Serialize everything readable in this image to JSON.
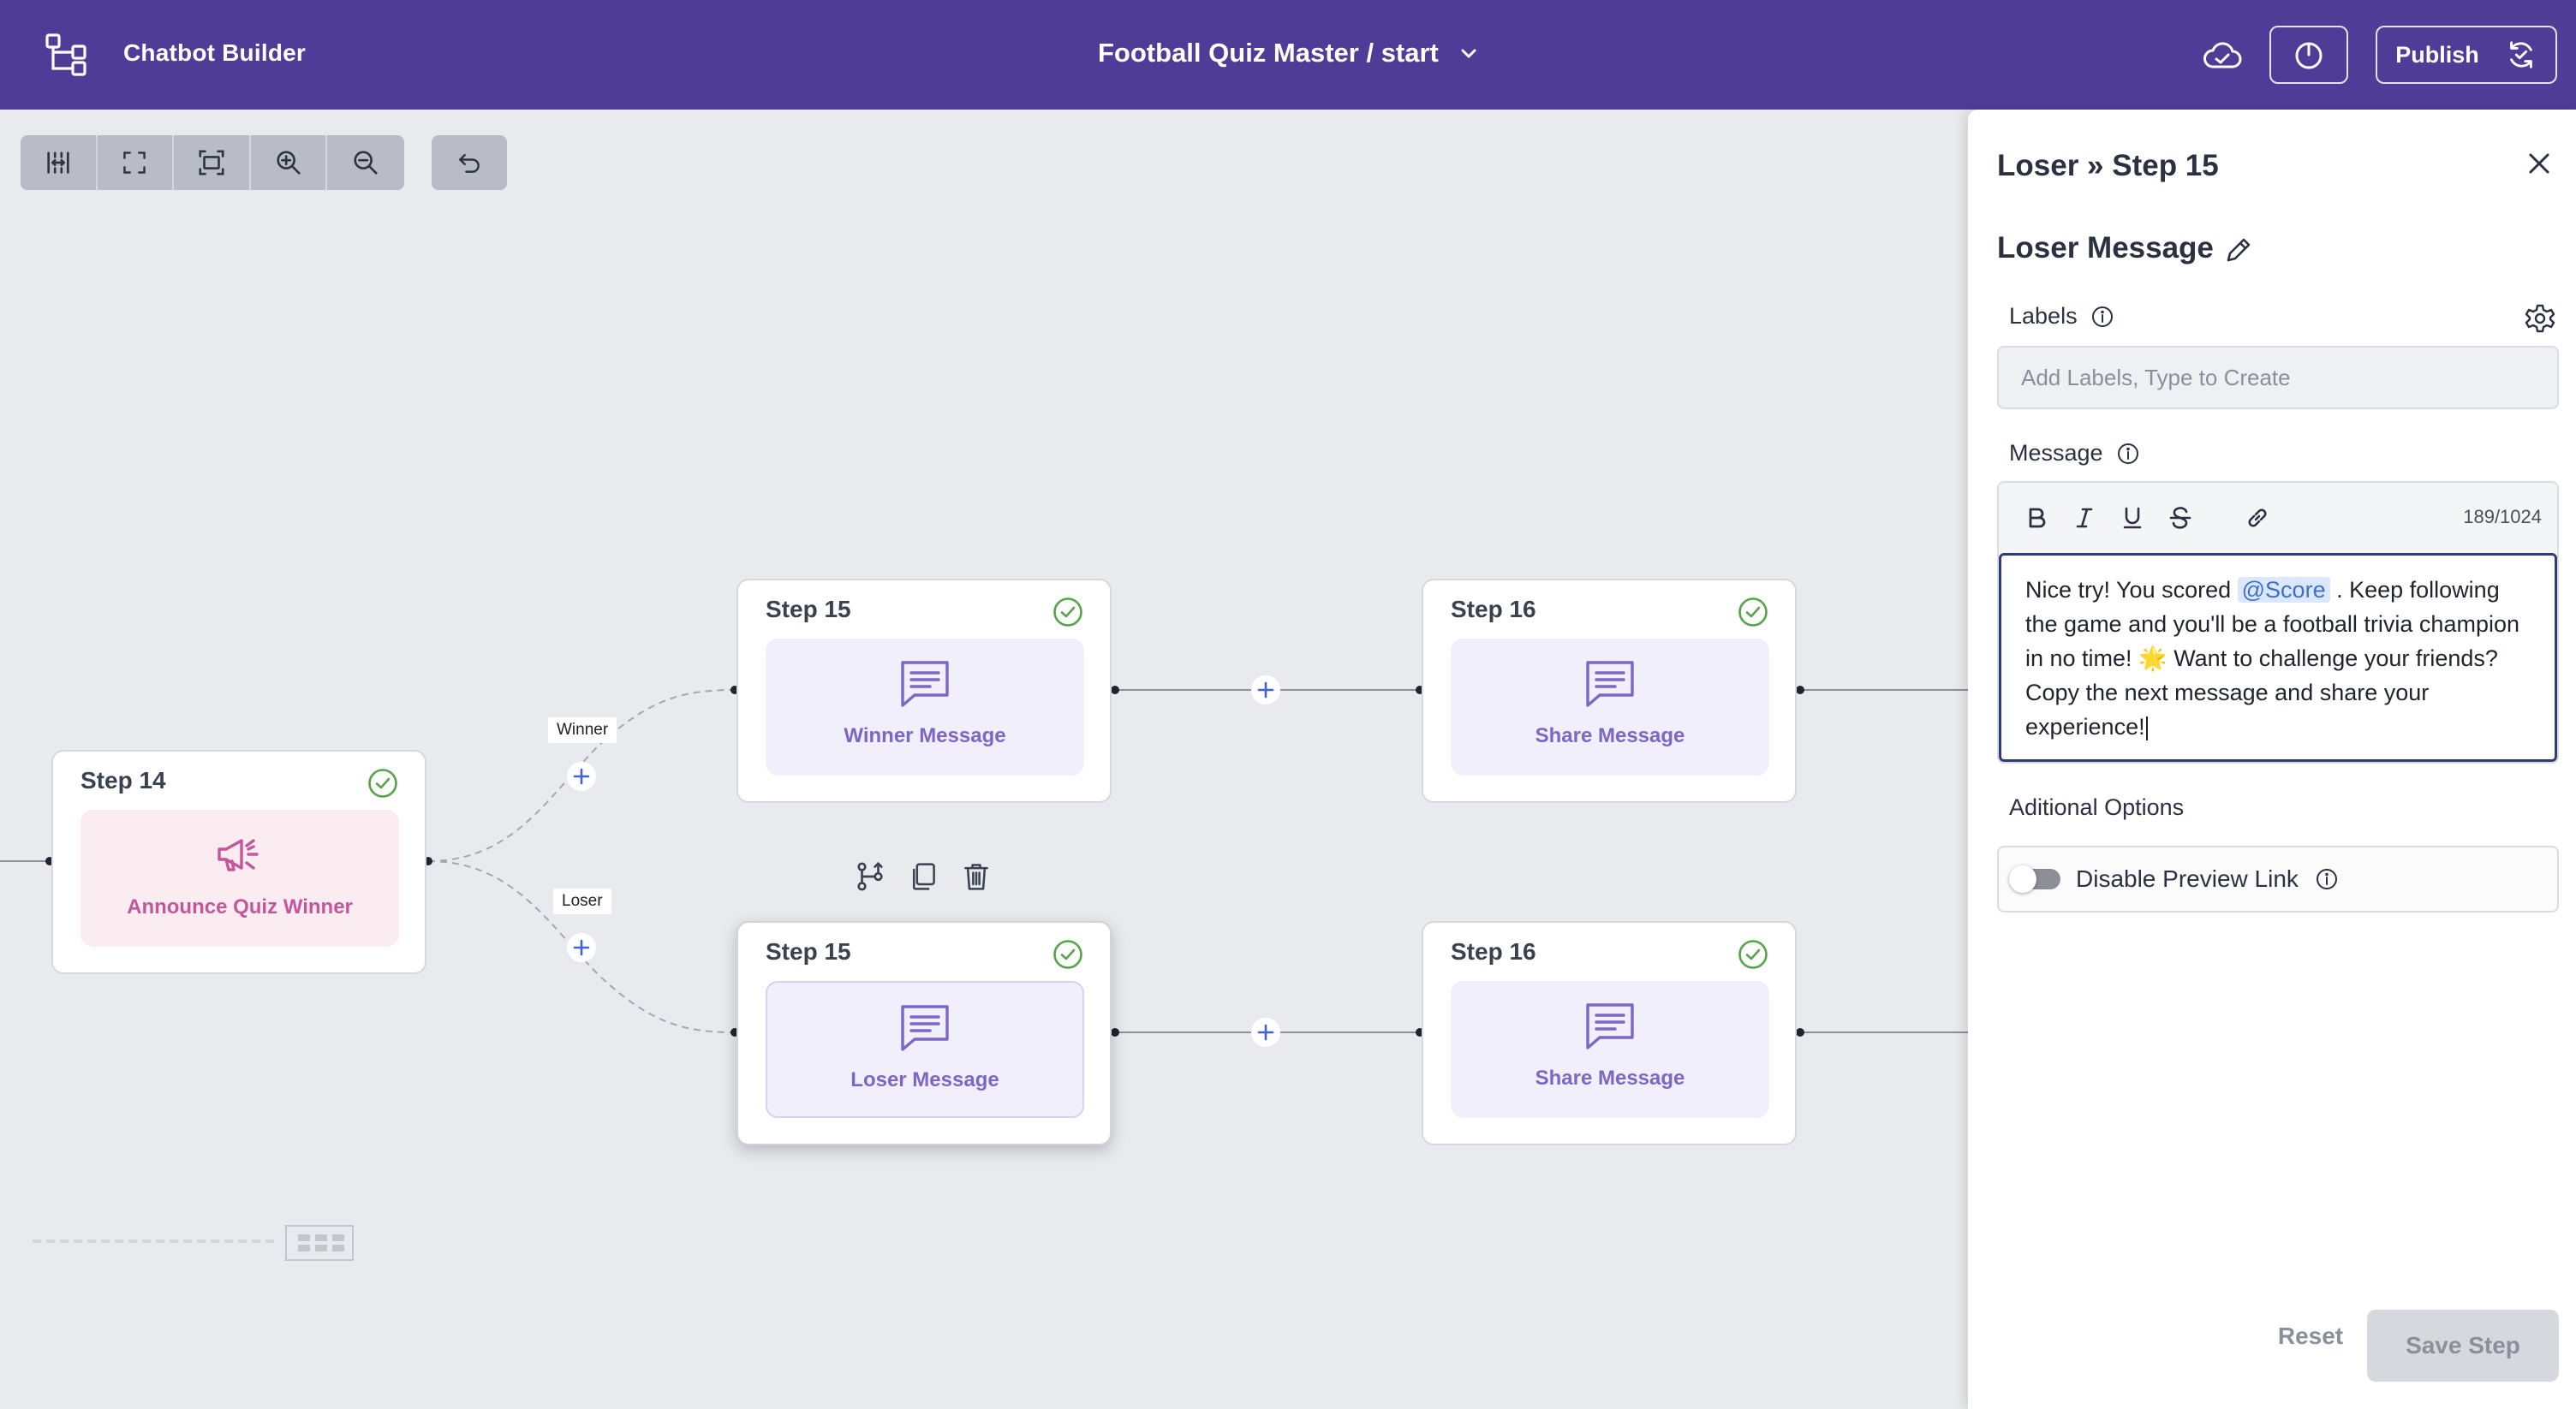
{
  "header": {
    "app_name": "Chatbot Builder",
    "project_title": "Football Quiz Master / start",
    "publish_label": "Publish",
    "icons": [
      "flow-icon",
      "chevron-down-icon",
      "cloud-icon",
      "power-icon",
      "refresh-icon"
    ],
    "bg_color": "#4e3c96"
  },
  "toolbar": {
    "buttons": [
      "fit-width-icon",
      "fullscreen-icon",
      "fit-screen-icon",
      "zoom-in-icon",
      "zoom-out-icon"
    ],
    "undo": "undo-icon"
  },
  "flow": {
    "nodes": [
      {
        "title": "Step 14",
        "label": "Announce Quiz Winner",
        "icon": "megaphone-icon"
      },
      {
        "title": "Step 15",
        "label": "Winner Message",
        "icon": "message-icon"
      },
      {
        "title": "Step 16",
        "label": "Share Message",
        "icon": "message-icon"
      },
      {
        "title": "Step 15",
        "label": "Loser Message",
        "icon": "message-icon"
      },
      {
        "title": "Step 16",
        "label": "Share Message",
        "icon": "message-icon"
      }
    ],
    "branches": {
      "winner": "Winner",
      "loser": "Loser"
    },
    "node_actions": [
      "branch-icon",
      "copy-icon",
      "trash-icon"
    ]
  },
  "panel": {
    "breadcrumb": "Loser » Step 15",
    "step_name": "Loser Message",
    "labels": {
      "label": "Labels",
      "placeholder": "Add Labels, Type to Create"
    },
    "message": {
      "label": "Message",
      "char_count": "189/1024",
      "text_before": "Nice try! You scored ",
      "mention": "@Score",
      "text_after": " . Keep following the game and you'll be a football trivia champion in no time! ",
      "emoji": "🌟",
      "text_end": " Want to challenge your friends? Copy the next message and share your experience!"
    },
    "options": {
      "label": "Aditional Options",
      "disable_preview": "Disable Preview Link",
      "disable_preview_on": false
    },
    "reset_label": "Reset",
    "save_label": "Save Step"
  }
}
